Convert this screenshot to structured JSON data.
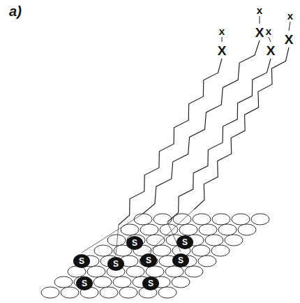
{
  "diagram": {
    "nodes": [
      {
        "text": [
          "S"
        ]
      },
      {
        "text": [
          "S"
        ]
      },
      {
        "text": [
          "S"
        ]
      },
      {
        "text": [
          "S"
        ]
      },
      {
        "text": [
          "S"
        ]
      },
      {
        "text": [
          "S"
        ]
      },
      {
        "text": [
          "S"
        ]
      },
      {
        "text": [
          "S"
        ]
      }
    ],
    "labels": [
      "a)",
      "x",
      "X",
      "x",
      "X",
      "x",
      "X",
      "x",
      "X"
    ]
  }
}
